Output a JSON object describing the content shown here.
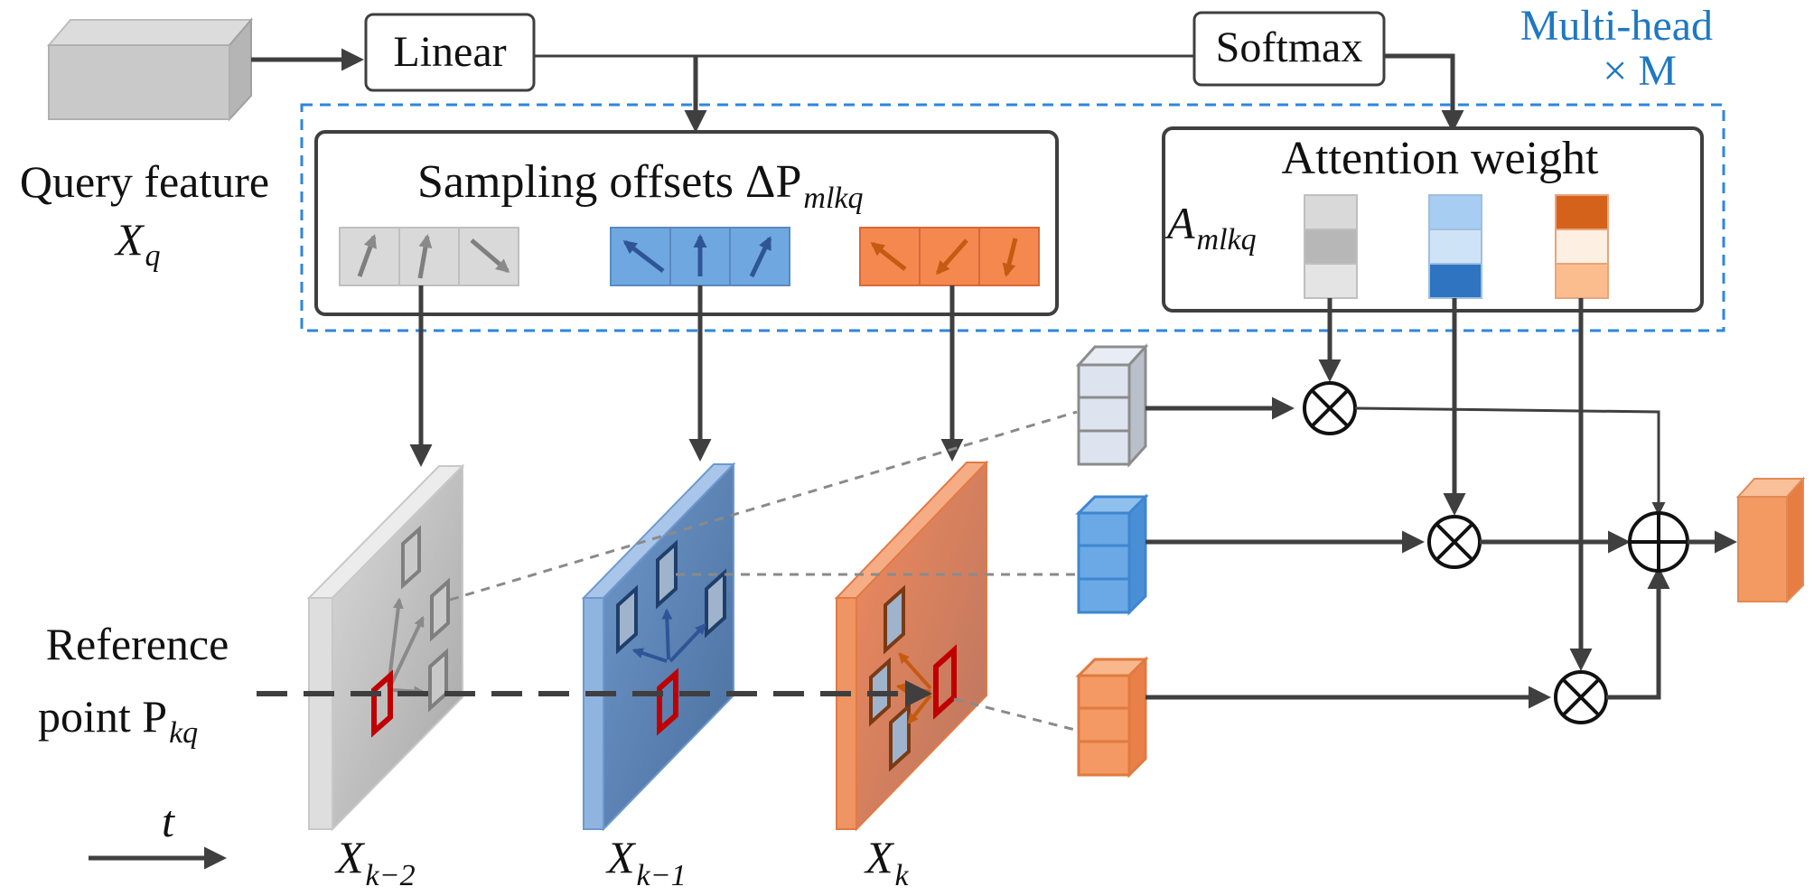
{
  "labels": {
    "linear": "Linear",
    "softmax": "Softmax",
    "multi_head_line1": "Multi-head",
    "multi_head_line2": "× M",
    "query_feature_line1": "Query feature",
    "query_feature_var": "X",
    "query_feature_sub": "q",
    "sampling_offsets_text": "Sampling offsets ΔP",
    "sampling_offsets_sub": "mlkq",
    "attention_weight": "Attention weight",
    "attention_var": "A",
    "attention_sub": "mlkq",
    "reference_line1": "Reference",
    "reference_line2": "point P",
    "reference_sub": "kq",
    "time_var": "t",
    "frame1_var": "X",
    "frame1_sub": "k−2",
    "frame2_var": "X",
    "frame2_sub": "k−1",
    "frame3_var": "X",
    "frame3_sub": "k"
  },
  "colors": {
    "grey_frame": "#c7c7c7",
    "blue_frame": "#5b89bf",
    "orange_frame": "#ea7f4f",
    "reference_red": "#c00000",
    "multi_head_blue": "#1f78c1"
  },
  "icons": {
    "multiply": "circled-times-icon",
    "sum": "circled-plus-icon"
  }
}
